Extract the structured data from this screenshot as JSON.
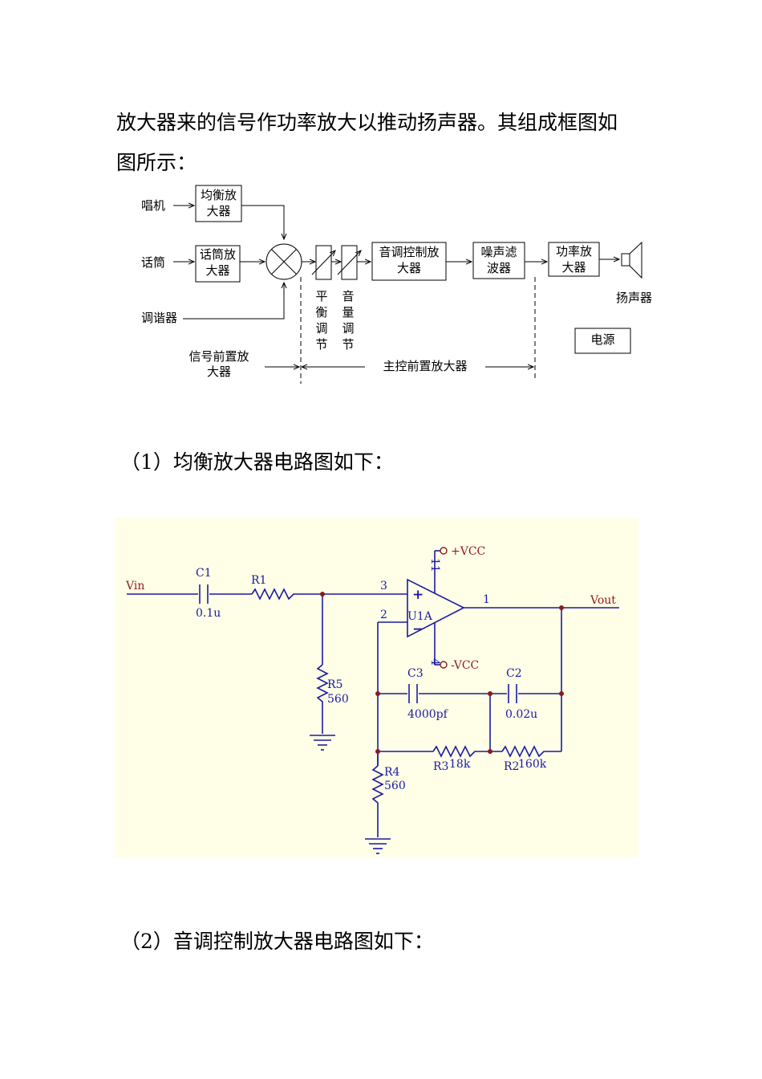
{
  "intro": {
    "line1": "放大器来的信号作功率放大以推动扬声器。其组成框图如",
    "line2": "图所示："
  },
  "block_diagram": {
    "inputs": {
      "record_player": "唱机",
      "microphone": "话筒",
      "tuner": "调谐器"
    },
    "blocks": {
      "eq_amp": [
        "均衡放",
        "大器"
      ],
      "mic_amp": [
        "话筒放",
        "大器"
      ],
      "tone_amp": [
        "音调控制放",
        "大器"
      ],
      "noise_filter": [
        "噪声滤",
        "波器"
      ],
      "power_amp": [
        "功率放",
        "大器"
      ],
      "power_supply": "电源"
    },
    "controls": {
      "balance": [
        "平",
        "衡",
        "调",
        "节"
      ],
      "volume": [
        "音",
        "量",
        "调",
        "节"
      ]
    },
    "speaker": "扬声器",
    "sections": {
      "signal_preamp": [
        "信号前置放",
        "大器"
      ],
      "main_preamp": "主控前置放大器"
    }
  },
  "heading1": "（1）均衡放大器电路图如下：",
  "circuit": {
    "vin": "Vin",
    "vout": "Vout",
    "opamp": "U1A",
    "plus": "+",
    "minus": "−",
    "pins": {
      "p3": "3",
      "p2": "2",
      "p1": "1",
      "p11": "11",
      "p4": "4"
    },
    "vcc_pos": "+VCC",
    "vcc_neg": "-VCC",
    "c1": {
      "name": "C1",
      "value": "0.1u"
    },
    "r1": {
      "name": "R1"
    },
    "r5": {
      "name": "R5",
      "value": "560"
    },
    "r4": {
      "name": "R4",
      "value": "560"
    },
    "c3": {
      "name": "C3",
      "value": "4000pf"
    },
    "c2": {
      "name": "C2",
      "value": "0.02u"
    },
    "r3": {
      "name": "R3",
      "value": "18k"
    },
    "r2": {
      "name": "R2",
      "value": "160k"
    },
    "colors": {
      "background": "#FFFFE8",
      "wire": "#1a1aa0",
      "label": "#1a1aa0",
      "netlabel": "#8B1A1A",
      "junction": "#8B1A1A"
    }
  },
  "heading2": "（2）音调控制放大器电路图如下："
}
